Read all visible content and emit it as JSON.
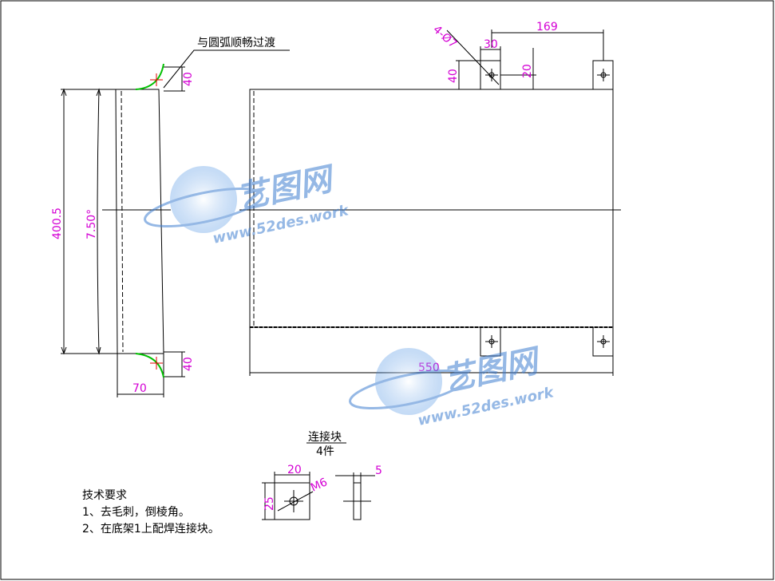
{
  "notes": {
    "arc_transition": "与圆弧顺畅过渡",
    "block_title": "连接块",
    "block_qty": "4件",
    "tech_title": "技术要求",
    "tech_item_1": "1、去毛刺，倒棱角。",
    "tech_item_2": "2、在底架1上配焊连接块。"
  },
  "dimensions": {
    "d_40_top": "40",
    "d_400_5": "400.5",
    "d_angle": "7.50°",
    "d_40_bottom": "40",
    "d_70": "70",
    "d_4_phi7": "4-Ø7",
    "d_30": "30",
    "d_169": "169",
    "d_40_right": "40",
    "d_20_vert": "20",
    "d_550": "550",
    "d_20_block": "20",
    "d_5": "5",
    "d_25": "25",
    "d_m6": "M6"
  },
  "watermark": {
    "cn": "艺图网",
    "url": "www.52des.work"
  },
  "colors": {
    "background": "#ffffff",
    "line": "#000000",
    "dimension": "#d400d4",
    "highlight": "#00c000",
    "center_mark": "#e00000",
    "watermark": "#3f7fd0"
  }
}
